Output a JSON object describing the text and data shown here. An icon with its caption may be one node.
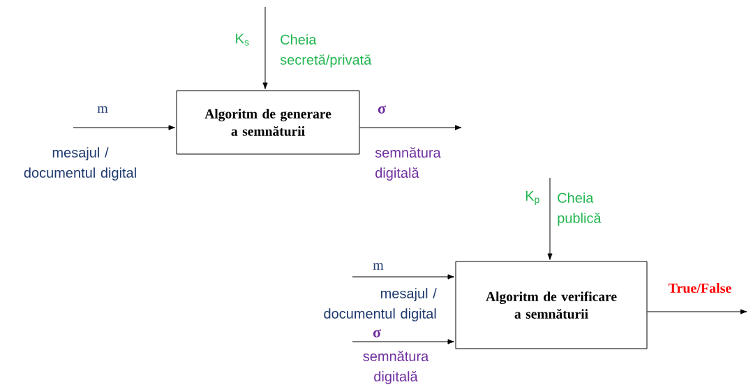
{
  "diagram": {
    "nodes": [
      {
        "text": [
          "Algoritm de generare a semnăturii"
        ]
      },
      {
        "text": [
          "Algoritm de verificare a semnăturii"
        ]
      }
    ],
    "edges": [
      {
        "from": null,
        "to": 0,
        "arrow": "to",
        "label": "m"
      },
      {
        "from": null,
        "to": 0,
        "arrow": "to",
        "label": "K$_{s}$"
      },
      {
        "from": 0,
        "to": null,
        "arrow": "to",
        "label": "σ"
      },
      {
        "from": null,
        "to": 1,
        "arrow": "to",
        "label": "K$_{p}$"
      },
      {
        "from": null,
        "to": 1,
        "arrow": "to",
        "label": "m"
      },
      {
        "from": null,
        "to": 1,
        "arrow": "to",
        "label": "σ"
      },
      {
        "from": 1,
        "to": null,
        "arrow": "to",
        "label": "True/False"
      }
    ],
    "labels": [
      "Cheia secretă/privată",
      "mesajul / documentul digital",
      "semnătura digitală",
      "Cheia publică",
      "mesajul / documentul digital",
      "semnătura digitală"
    ]
  }
}
